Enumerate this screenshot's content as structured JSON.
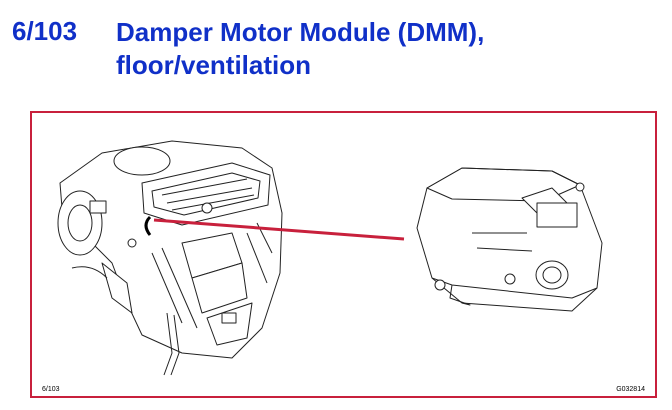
{
  "header": {
    "ref_number": "6/103",
    "title_line1": "Damper Motor Module (DMM),",
    "title_line2": "floor/ventilation"
  },
  "figure": {
    "code_left": "6/103",
    "code_right": "G032814",
    "frame_color": "#c8203c",
    "title_color": "#1030c8"
  }
}
